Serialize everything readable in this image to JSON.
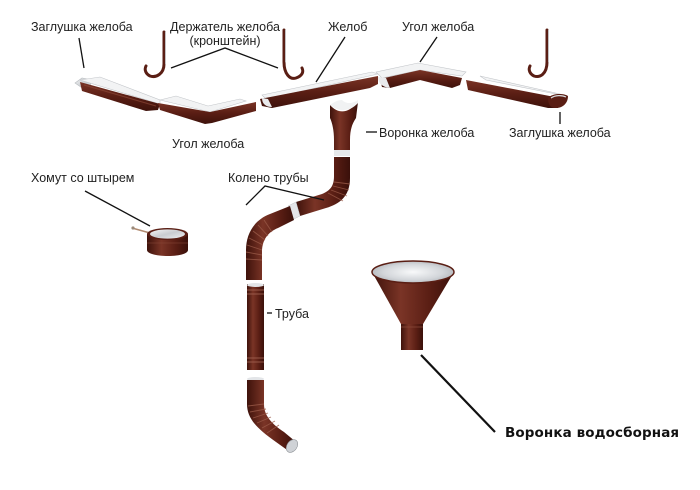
{
  "diagram": {
    "title": "Водосточная система — элементы",
    "colors": {
      "metal_brown": "#5a1e14",
      "metal_brown_dark": "#3e120b",
      "metal_brown_light": "#7a3426",
      "inner_silver": "#e6e8ea",
      "leader_line": "#111111",
      "background": "#ffffff"
    },
    "labels": {
      "gutter_cap_left": "Заглушка желоба",
      "gutter_holder_line1": "Держатель желоба",
      "gutter_holder_line2": "(кронштейн)",
      "gutter": "Желоб",
      "gutter_corner_top": "Угол желоба",
      "gutter_corner_bottom": "Угол желоба",
      "gutter_funnel": "Воронка желоба",
      "gutter_cap_right": "Заглушка желоба",
      "clamp_with_pin": "Хомут со штырем",
      "pipe_elbow": "Колено трубы",
      "pipe": "Труба",
      "collector_funnel": "Воронка водосборная"
    }
  }
}
